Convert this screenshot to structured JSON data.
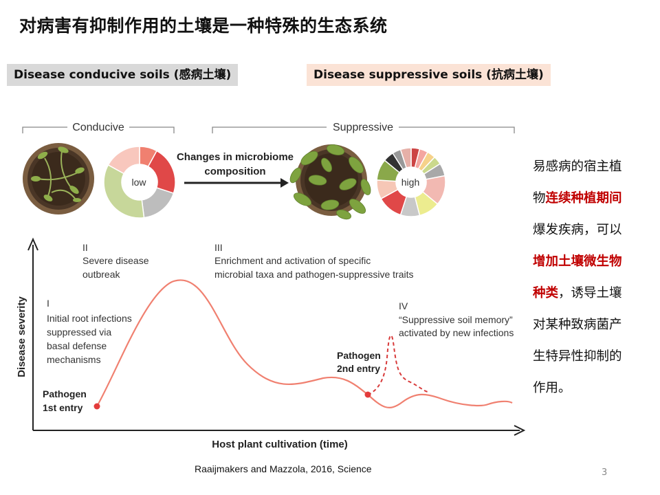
{
  "slide": {
    "title": "对病害有抑制作用的土壤是一种特殊的生态系统",
    "tag_conducive": "Disease conducive soils (感病土壤)",
    "tag_suppressive": "Disease suppressive soils (抗病土壤)",
    "side_text": [
      {
        "plain": "易感病的宿主植",
        "red": ""
      },
      {
        "plain": "物",
        "red": "连续种植期间"
      },
      {
        "plain": "爆发疾病，可以",
        "red": ""
      },
      {
        "plain": "",
        "red": "增加土壤微生物"
      },
      {
        "plain": "，诱导土壤",
        "red": "种类"
      },
      {
        "plain": "对某种致病菌产",
        "red": ""
      },
      {
        "plain": "生特异性抑制的",
        "red": ""
      },
      {
        "plain": "作用。",
        "red": ""
      }
    ],
    "citation": "Raaijmakers and Mazzola, 2016, Science",
    "page_number": "3"
  },
  "figure": {
    "top_labels": {
      "conducive": "Conducive",
      "suppressive": "Suppressive",
      "change_line1": "Changes in microbiome",
      "change_line2": "composition",
      "donut_low": "low",
      "donut_high": "high"
    },
    "axes": {
      "y_label": "Disease severity",
      "x_label": "Host plant cultivation (time)"
    },
    "annotations": {
      "phase1_num": "I",
      "phase1_lines": [
        "Initial root infections",
        "suppressed via",
        "basal defense",
        "mechanisms"
      ],
      "phase2_num": "II",
      "phase2_lines": [
        "Severe disease",
        "outbreak"
      ],
      "phase3_num": "III",
      "phase3_lines": [
        "Enrichment and activation of specific",
        "microbial taxa and pathogen-suppressive traits"
      ],
      "phase4_num": "IV",
      "phase4_lines": [
        "“Suppressive soil memory”",
        "activated by new infections"
      ],
      "pathogen1_lines": [
        "Pathogen",
        "1st entry"
      ],
      "pathogen2_lines": [
        "Pathogen",
        "2nd entry"
      ]
    },
    "colors": {
      "curve": "#f08070",
      "dashed": "#d83a3a",
      "pathogen_dot": "#e33b3b",
      "bracket": "#888888",
      "arrow": "#222222"
    }
  }
}
